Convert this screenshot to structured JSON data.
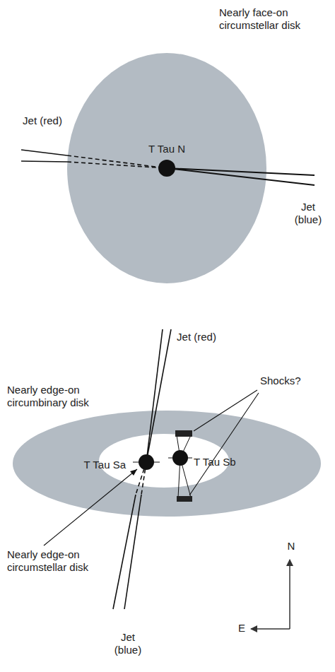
{
  "diagram": {
    "nodes": [
      {
        "text": [
          "Nearly face-on circumstellar disk"
        ]
      },
      {
        "text": [
          "T Tau N"
        ],
        "in": 0
      },
      {
        "text": [
          "Nearly edge-on circumbinary disk"
        ]
      },
      {
        "text": [
          "T Tau Sa"
        ],
        "in": 2
      },
      {
        "text": [
          "T Tau Sb"
        ],
        "in": 2
      }
    ],
    "labels": [
      "Jet (red)",
      "Jet (blue)",
      "Jet (red)",
      "Shocks?",
      "Nearly edge-on circumstellar disk",
      "Jet (blue)",
      "N",
      "E"
    ]
  }
}
